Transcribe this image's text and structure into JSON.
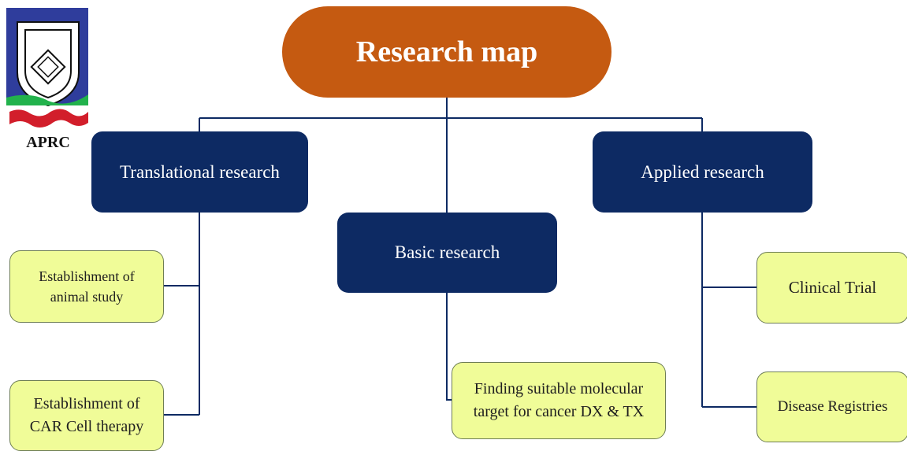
{
  "diagram": {
    "title": "Research map",
    "logo": {
      "label": "APRC"
    },
    "categories": {
      "translational": "Translational research",
      "basic": "Basic research",
      "applied": "Applied research"
    },
    "leaves": {
      "animal": "Establishment of\nanimal study",
      "car": "Establishment of\nCAR Cell therapy",
      "molecular": "Finding suitable molecular\ntarget for cancer DX & TX",
      "clinical": "Clinical Trial",
      "registries": "Disease Registries"
    },
    "colors": {
      "root_fill": "#c55a11",
      "category_fill": "#0d2a63",
      "leaf_fill": "#f0fc98",
      "connector": "#0d2a63",
      "logo_blue": "#2f3d9c",
      "logo_green": "#22b24c",
      "logo_red": "#d21e2b"
    }
  }
}
